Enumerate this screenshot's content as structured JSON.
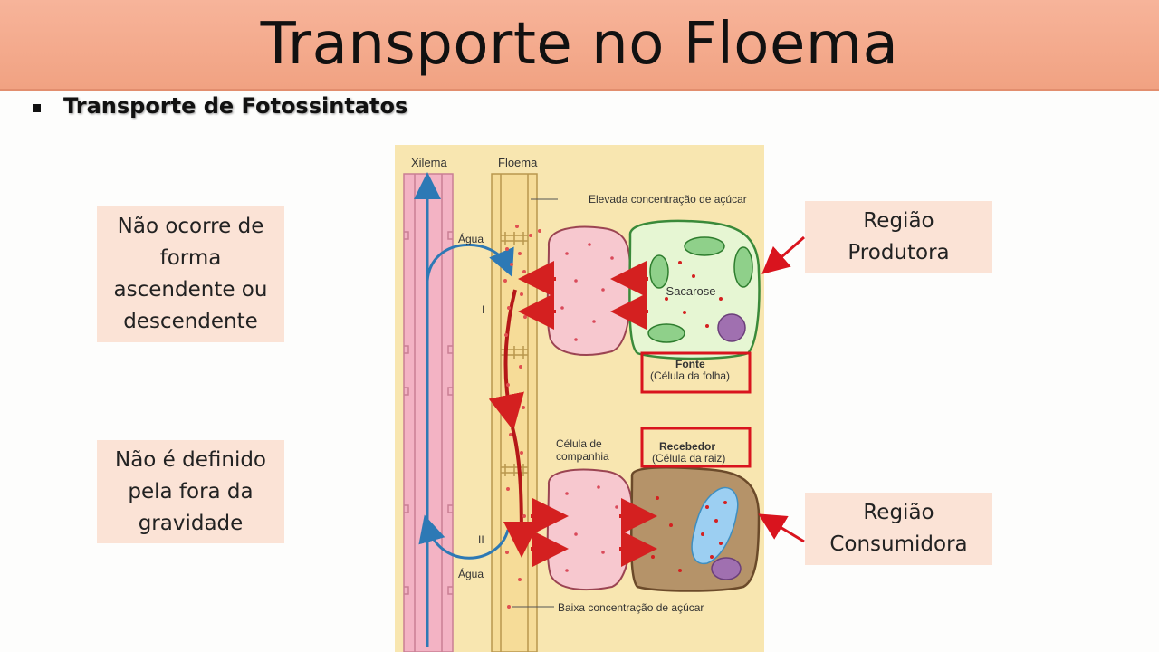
{
  "slide": {
    "title": "Transporte no Floema",
    "subtitle": "Transporte de Fotossintatos"
  },
  "notes": {
    "left_top": [
      "Não ocorre de",
      "forma",
      "ascendente ou",
      "descendente"
    ],
    "left_bottom": [
      "Não é definido",
      "pela fora da",
      "gravidade"
    ],
    "right_top": [
      "Região",
      "Produtora"
    ],
    "right_bottom": [
      "Região",
      "Consumidora"
    ]
  },
  "diagram": {
    "xylem_label": "Xilema",
    "phloem_label": "Floema",
    "high_sugar_label": "Elevada concentração de açúcar",
    "low_sugar_label": "Baixa concentração de açúcar",
    "water_label_top": "Água",
    "water_label_bottom": "Água",
    "marker_1": "I",
    "marker_2": "II",
    "sucrose_label": "Sacarose",
    "source_title": "Fonte",
    "source_subtitle": "(Célula da folha)",
    "sink_title": "Recebedor",
    "sink_subtitle": "(Célula da raiz)",
    "companion_label_1": "Célula de",
    "companion_label_2": "companhia"
  },
  "colors": {
    "title_bar": "#f2a585",
    "note_bg": "#fbe3d6",
    "diagram_bg": "#f8e6b0",
    "callout_red": "#d9141e",
    "xylem_pink": "#f3b3c4",
    "water_blue": "#2d79b5",
    "sugar_red": "#d42020",
    "leaf_cell": "#e6f6d3",
    "root_cell": "#b59369"
  }
}
